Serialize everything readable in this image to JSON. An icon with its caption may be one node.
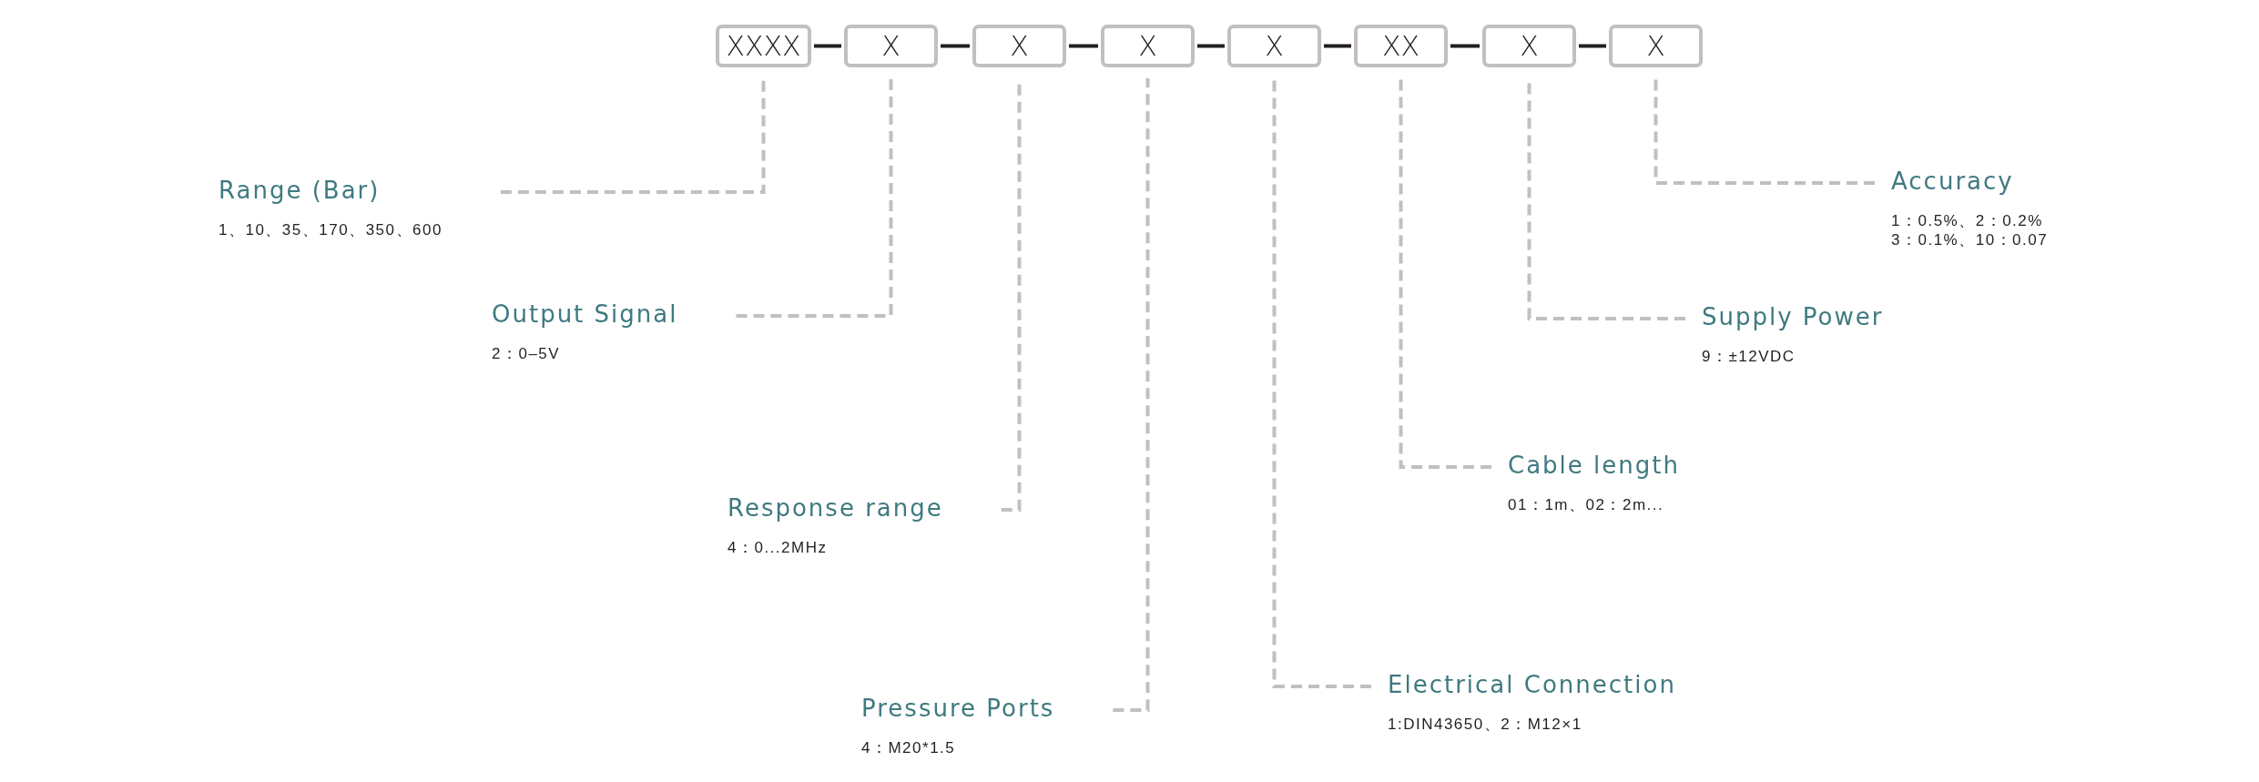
{
  "diagram": {
    "nodes": [
      {
        "text": [
          "XXXX"
        ]
      },
      {
        "text": [
          "X"
        ]
      },
      {
        "text": [
          "X"
        ]
      },
      {
        "text": [
          "X"
        ]
      },
      {
        "text": [
          "X"
        ]
      },
      {
        "text": [
          "XX"
        ]
      },
      {
        "text": [
          "X"
        ]
      },
      {
        "text": [
          "X"
        ]
      },
      {
        "text": [
          "Range (Bar)",
          "1、10、35、170、350、600"
        ]
      },
      {
        "text": [
          "Output Signal",
          "2：0–5V"
        ]
      },
      {
        "text": [
          "Response range",
          "4：0...2MHz"
        ]
      },
      {
        "text": [
          "Pressure Ports",
          "4：M20*1.5"
        ]
      },
      {
        "text": [
          "Electrical Connection",
          "1:DIN43650、2：M12×1"
        ]
      },
      {
        "text": [
          "Cable length",
          "01：1m、02：2m..."
        ]
      },
      {
        "text": [
          "Supply Power",
          "9：±12VDC"
        ]
      },
      {
        "text": [
          "Accuracy",
          "1：0.5%、2：0.2%",
          "3：0.1%、10：0.07"
        ]
      }
    ],
    "edges": [
      {
        "from": 0,
        "to": 1,
        "arrow": "none",
        "color": "#231f20"
      },
      {
        "from": 1,
        "to": 2,
        "arrow": "none",
        "color": "#231f20"
      },
      {
        "from": 2,
        "to": 3,
        "arrow": "none",
        "color": "#231f20"
      },
      {
        "from": 3,
        "to": 4,
        "arrow": "none",
        "color": "#231f20"
      },
      {
        "from": 4,
        "to": 5,
        "arrow": "none",
        "color": "#231f20"
      },
      {
        "from": 5,
        "to": 6,
        "arrow": "none",
        "color": "#231f20"
      },
      {
        "from": 6,
        "to": 7,
        "arrow": "none",
        "color": "#231f20"
      },
      {
        "from": 8,
        "to": 0,
        "arrow": "none",
        "style": "dashed"
      },
      {
        "from": 9,
        "to": 1,
        "arrow": "none",
        "style": "dashed"
      },
      {
        "from": 10,
        "to": 2,
        "arrow": "none",
        "style": "dashed"
      },
      {
        "from": 11,
        "to": 3,
        "arrow": "none",
        "style": "dashed"
      },
      {
        "from": 12,
        "to": 4,
        "arrow": "none",
        "style": "dashed"
      },
      {
        "from": 13,
        "to": 5,
        "arrow": "none",
        "style": "dashed"
      },
      {
        "from": 14,
        "to": 6,
        "arrow": "none",
        "style": "dashed"
      },
      {
        "from": 15,
        "to": 7,
        "arrow": "none",
        "style": "dashed"
      }
    ]
  }
}
